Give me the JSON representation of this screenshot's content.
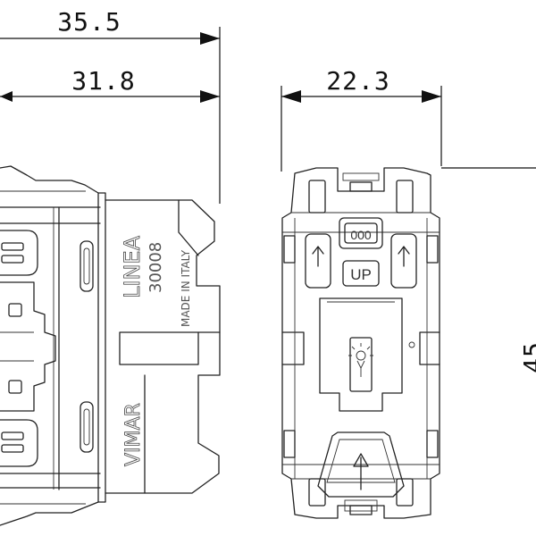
{
  "dimensions": {
    "overall_width": "35.5",
    "body_width": "31.8",
    "front_width": "22.3",
    "front_height_partial": "45"
  },
  "side_view_marking": {
    "series": "LINEA",
    "code": "30008",
    "origin": "MADE IN ITALY",
    "brand": "VIMAR"
  },
  "front_view_marking": {
    "code_label": "000",
    "orientation_label": "UP"
  }
}
